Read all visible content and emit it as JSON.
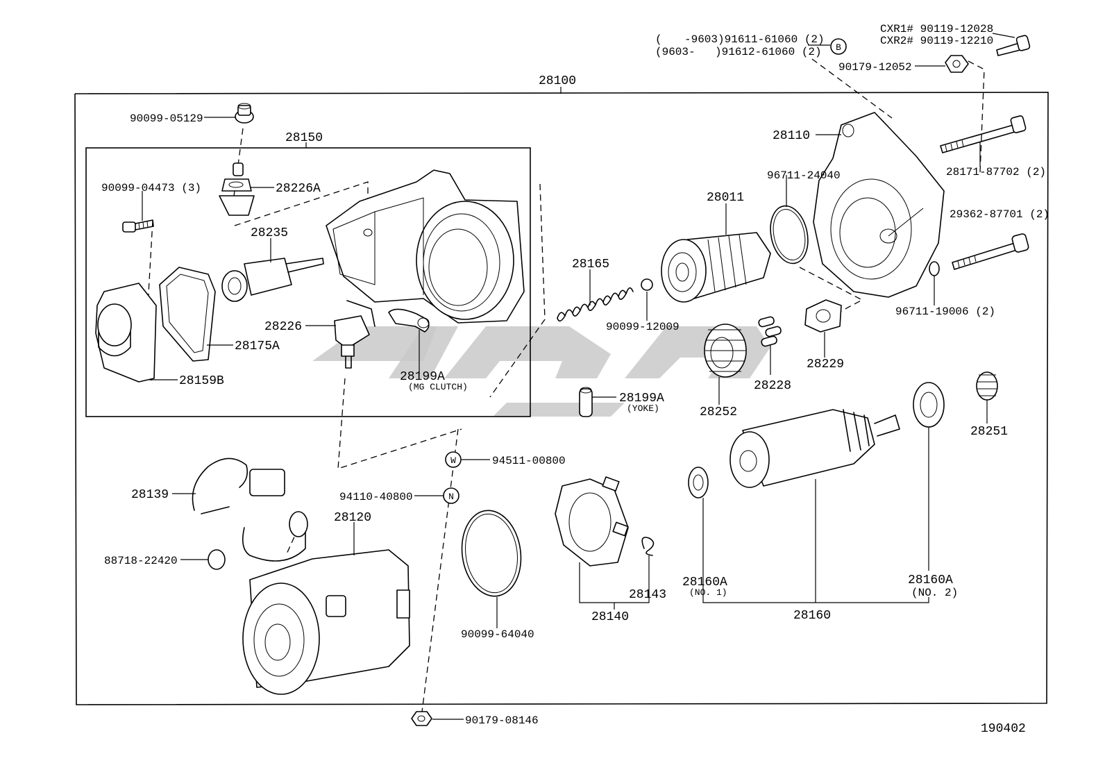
{
  "labels": {
    "assembly": "28100",
    "p28150": "28150",
    "p90099_05129": "90099-05129",
    "p90099_04473": "90099-04473 (3)",
    "p28226A": "28226A",
    "p28235": "28235",
    "p28226": "28226",
    "p28175A": "28175A",
    "p28159B": "28159B",
    "p28199A_mg": "28199A",
    "p28199A_mg_note": "(MG CLUTCH)",
    "p28199A_yoke": "28199A",
    "p28199A_yoke_note": "(YOKE)",
    "p28165": "28165",
    "p90099_12009": "90099-12009",
    "p28011": "28011",
    "p96711_24040": "96711-24040",
    "p28110": "28110",
    "p28171": "28171-87702 (2)",
    "p29362": "29362-87701 (2)",
    "p96711_19006": "96711-19006 (2)",
    "p28229": "28229",
    "p28228": "28228",
    "p28252": "28252",
    "p28251": "28251",
    "p28160A_1": "28160A",
    "p28160A_1_note": "(NO. 1)",
    "p28160A_2": "28160A",
    "p28160A_2_note": "(NO. 2)",
    "p28160": "28160",
    "p28143": "28143",
    "p28140": "28140",
    "p90099_64040": "90099-64040",
    "p94511_00800": "94511-00800",
    "p94110_40800": "94110-40800",
    "p28120": "28120",
    "p28139": "28139",
    "p88718_22420": "88718-22420",
    "p90179_08146": "90179-08146",
    "p90179_12052": "90179-12052",
    "top_left_1a": "(",
    "top_left_1b": "-9603)91611-61060 (2)",
    "top_left_2a": "(9603-",
    "top_left_2b": ")91612-61060 (2)",
    "cxr1": "CXR1# 90119-12028",
    "cxr2": "CXR2# 90119-12210",
    "marker_b": "B",
    "marker_w": "W",
    "marker_n": "N",
    "figure_no": "190402"
  },
  "watermark": {
    "color": "#c9c9c9"
  }
}
